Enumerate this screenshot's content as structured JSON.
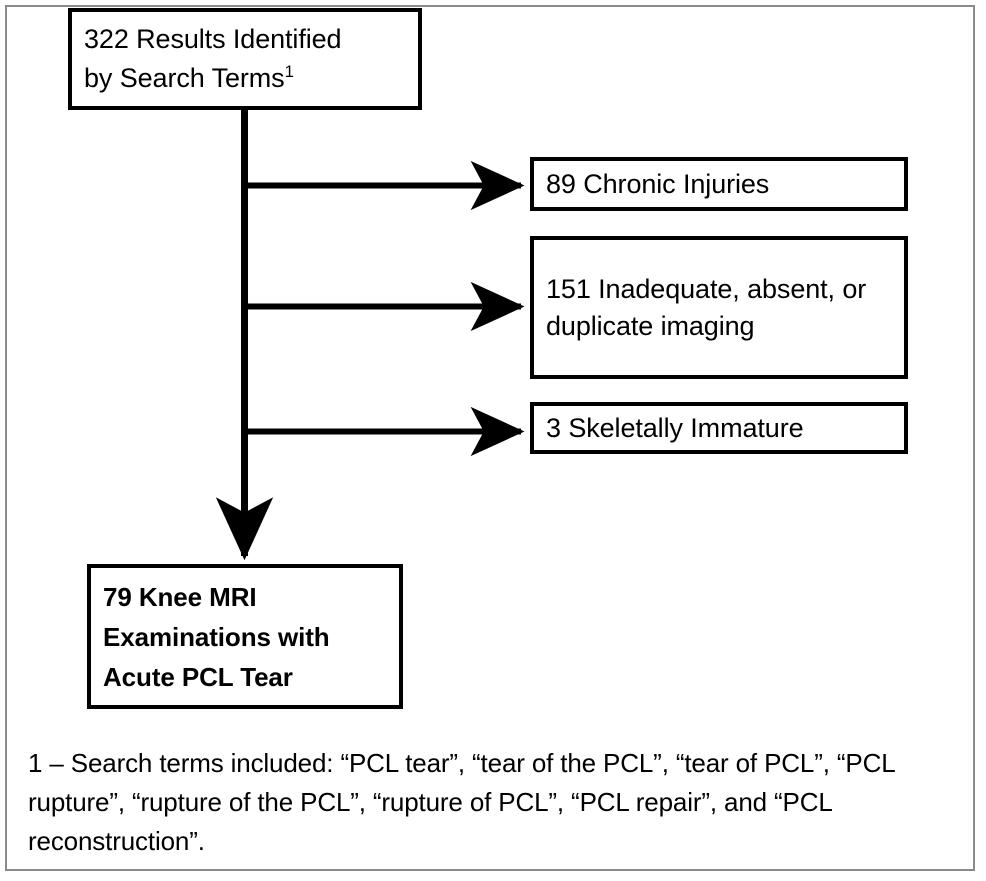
{
  "figure": {
    "type": "flow-diagram",
    "title_visible": false,
    "colors": {
      "box_border": "#000000",
      "connector": "#000000",
      "frame": "#8a8a8a",
      "background": "#ffffff",
      "text": "#000000"
    }
  },
  "nodes": {
    "source": {
      "id": "source",
      "count": 322,
      "text": "322 Results Identified by Search Terms",
      "footnote_marker": "1",
      "line1": "322 Results Identified",
      "line2": "by Search Terms",
      "bold": false
    },
    "exclusions": [
      {
        "id": "chronic-injuries",
        "count": 89,
        "text": "89 Chronic Injuries",
        "bold": false
      },
      {
        "id": "inadequate-imaging",
        "count": 151,
        "text": "151 Inadequate, absent, or duplicate imaging",
        "bold": false
      },
      {
        "id": "skeletally-immature",
        "count": 3,
        "text": "3 Skeletally Immature",
        "bold": false
      }
    ],
    "result": {
      "id": "final-cohort",
      "count": 79,
      "text": "79  Knee MRI Examinations with Acute PCL Tear",
      "bold": true
    }
  },
  "edges": [
    {
      "from": "source",
      "to": "chronic-injuries",
      "style": "elbow-right-arrow"
    },
    {
      "from": "source",
      "to": "inadequate-imaging",
      "style": "elbow-right-arrow"
    },
    {
      "from": "source",
      "to": "skeletally-immature",
      "style": "elbow-right-arrow"
    },
    {
      "from": "source",
      "to": "final-cohort",
      "style": "straight-down-arrow"
    }
  ],
  "footnote": {
    "marker": "1",
    "text": "1 – Search terms included: “PCL tear”, “tear of the PCL”, “tear of PCL”, “PCL rupture”, “rupture of the PCL”, “rupture of PCL”, “PCL repair”, and “PCL reconstruction”."
  }
}
